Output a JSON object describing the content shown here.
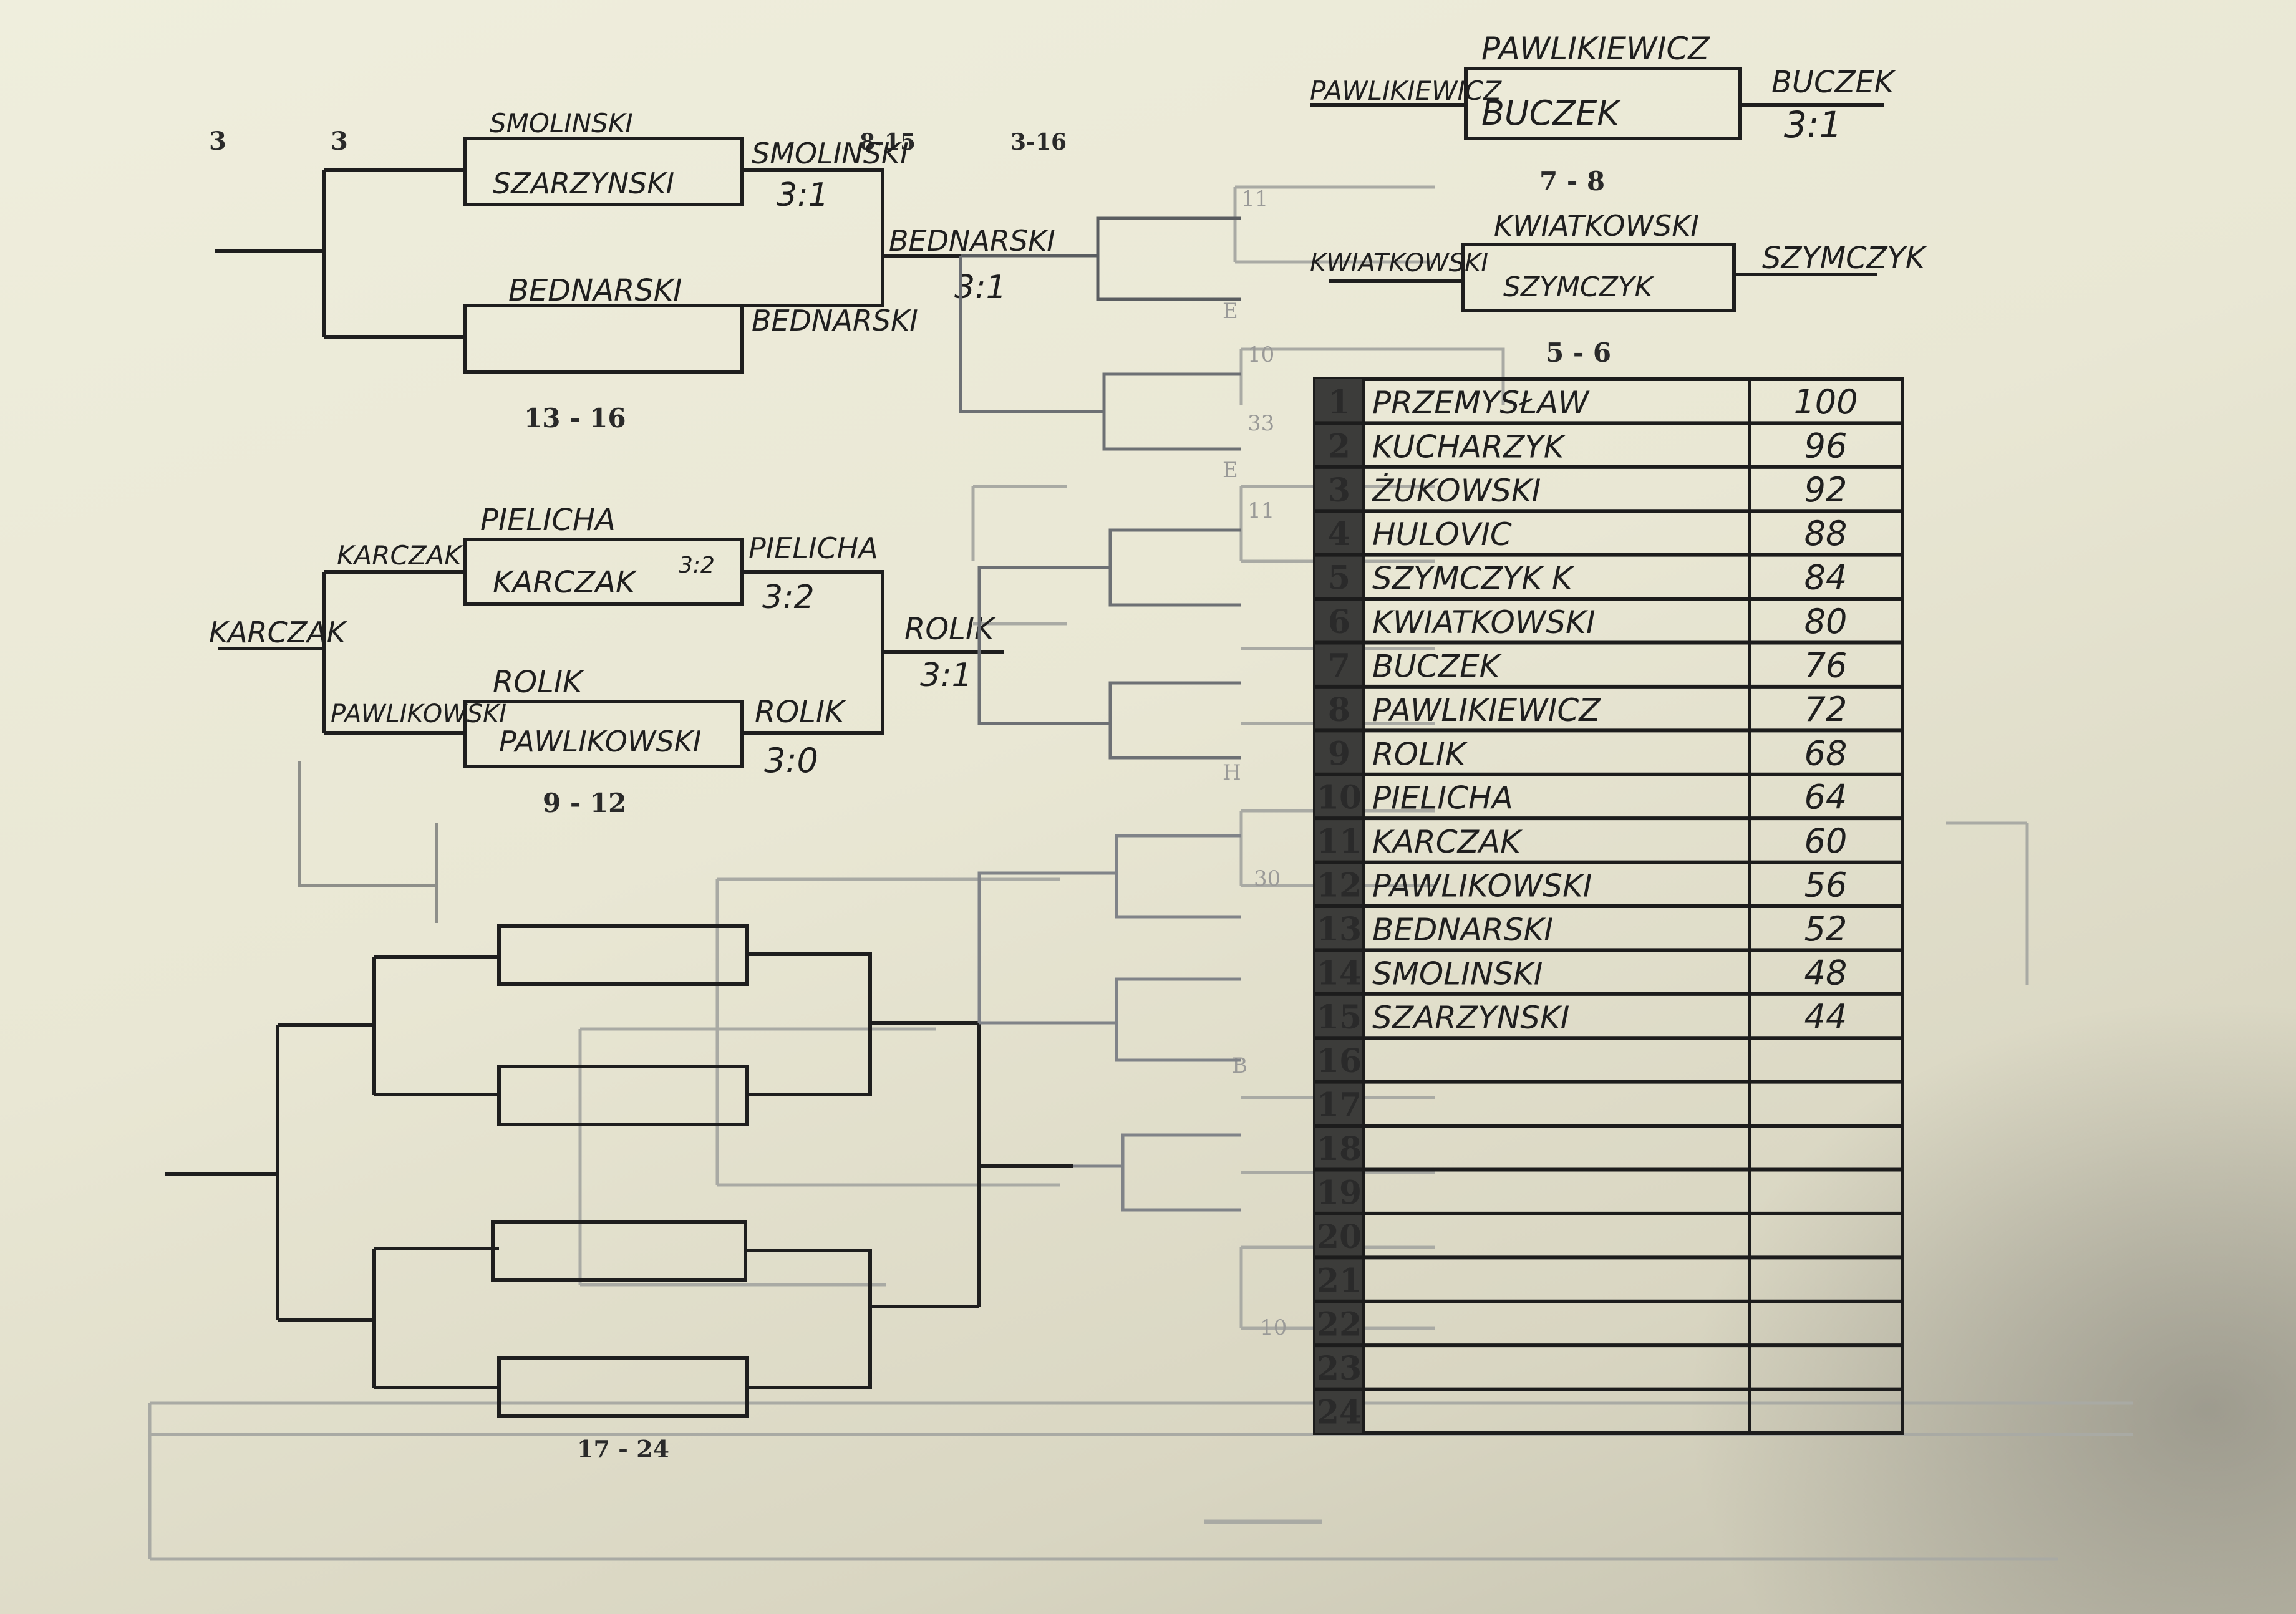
{
  "header_columns": [
    "3",
    "3",
    "8-15",
    "3-16"
  ],
  "brackets": {
    "r13_16": {
      "label": "13 - 16",
      "top_name_above": "SMOLINSKI",
      "top_box": "SZARZYNSKI",
      "top_winner": "SMOLINSKI",
      "top_score": "3:1",
      "bottom_name_above": "BEDNARSKI",
      "bottom_winner": "BEDNARSKI",
      "final_winner": "BEDNARSKI",
      "final_score": "3:1"
    },
    "r9_12": {
      "label": "9 - 12",
      "top_name_above": "PIELICHA",
      "top_left": "KARCZAK",
      "top_box": "KARCZAK",
      "top_box_score": "3:2",
      "top_winner": "PIELICHA",
      "top_score": "3:2",
      "bottom_name_above": "ROLIK",
      "bottom_left": "PAWLIKOWSKI",
      "bottom_box": "PAWLIKOWSKI",
      "bottom_winner": "ROLIK",
      "bottom_score": "3:0",
      "final_winner": "ROLIK",
      "final_score": "3:1",
      "loser_final": "KARCZAK"
    },
    "r7_8": {
      "label": "7 - 8",
      "name_above": "PAWLIKIEWICZ",
      "left": "PAWLIKIEWICZ",
      "box": "BUCZEK",
      "winner": "BUCZEK",
      "score": "3:1"
    },
    "r5_6": {
      "label": "5 - 6",
      "name_above": "KWIATKOWSKI",
      "left": "KWIATKOWSKI",
      "box": "SZYMCZYK",
      "winner": "SZYMCZYK"
    },
    "r17_24": {
      "label": "17 - 24"
    }
  },
  "ghost_labels": [
    "11",
    "E",
    "10",
    "33",
    "E",
    "11",
    "H",
    "30",
    "B",
    "10"
  ],
  "standings": {
    "rows": [
      {
        "rank": "1",
        "name": "PRZEMYSŁAW",
        "points": "100"
      },
      {
        "rank": "2",
        "name": "KUCHARZYK",
        "points": "96"
      },
      {
        "rank": "3",
        "name": "ŻUKOWSKI",
        "points": "92"
      },
      {
        "rank": "4",
        "name": "HULOVIC",
        "points": "88"
      },
      {
        "rank": "5",
        "name": "SZYMCZYK K",
        "points": "84"
      },
      {
        "rank": "6",
        "name": "KWIATKOWSKI",
        "points": "80"
      },
      {
        "rank": "7",
        "name": "BUCZEK",
        "points": "76"
      },
      {
        "rank": "8",
        "name": "PAWLIKIEWICZ",
        "points": "72"
      },
      {
        "rank": "9",
        "name": "ROLIK",
        "points": "68"
      },
      {
        "rank": "10",
        "name": "PIELICHA",
        "points": "64"
      },
      {
        "rank": "11",
        "name": "KARCZAK",
        "points": "60"
      },
      {
        "rank": "12",
        "name": "PAWLIKOWSKI",
        "points": "56"
      },
      {
        "rank": "13",
        "name": "BEDNARSKI",
        "points": "52"
      },
      {
        "rank": "14",
        "name": "SMOLINSKI",
        "points": "48"
      },
      {
        "rank": "15",
        "name": "SZARZYNSKI",
        "points": "44"
      },
      {
        "rank": "16",
        "name": "",
        "points": ""
      },
      {
        "rank": "17",
        "name": "",
        "points": ""
      },
      {
        "rank": "18",
        "name": "",
        "points": ""
      },
      {
        "rank": "19",
        "name": "",
        "points": ""
      },
      {
        "rank": "20",
        "name": "",
        "points": ""
      },
      {
        "rank": "21",
        "name": "",
        "points": ""
      },
      {
        "rank": "22",
        "name": "",
        "points": ""
      },
      {
        "rank": "23",
        "name": "",
        "points": ""
      },
      {
        "rank": "24",
        "name": "",
        "points": ""
      }
    ]
  }
}
